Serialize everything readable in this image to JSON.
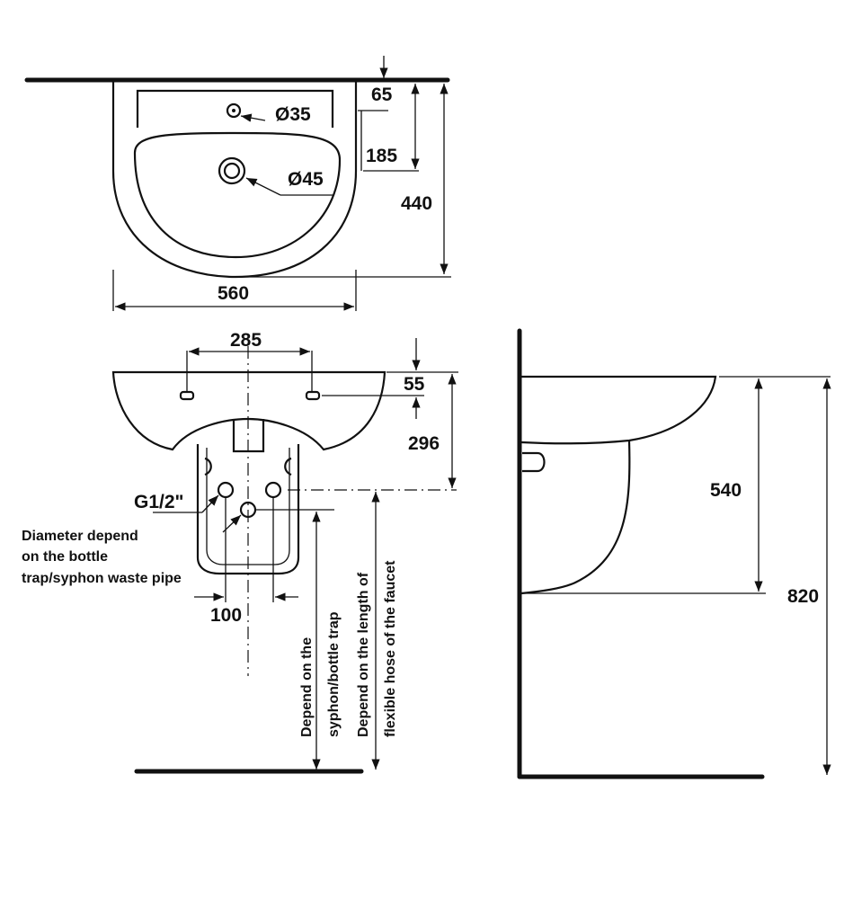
{
  "top_view": {
    "dim_width": "560",
    "dim_depth": "440",
    "dim_tap_offset": "65",
    "dim_waste_offset": "185",
    "tap_hole": "Ø35",
    "waste_hole": "Ø45"
  },
  "front_view": {
    "dim_hole_spacing": "285",
    "dim_overflow_top": "55",
    "dim_outlet_height": "296",
    "thread": "G1/2\"",
    "dim_outlet_spacing": "100",
    "note_diameter": [
      "Diameter depend",
      "on the bottle",
      "trap/syphon waste pipe"
    ],
    "note_trap": [
      "Depend on the",
      "syphon/bottle trap"
    ],
    "note_hose": [
      "Depend on the length of",
      "flexible hose of the faucet"
    ]
  },
  "side_view": {
    "dim_pedestal_height": "540",
    "dim_total_height": "820"
  },
  "colors": {
    "line": "#111111",
    "background": "#ffffff"
  }
}
